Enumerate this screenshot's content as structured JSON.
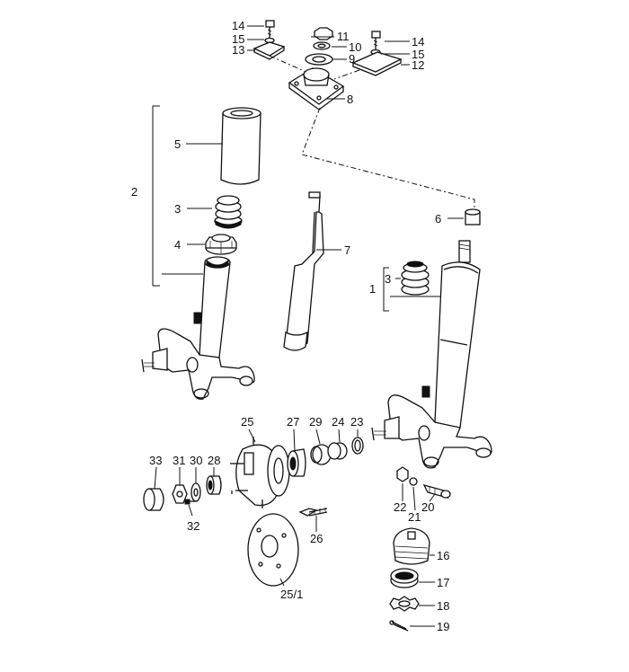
{
  "callouts": {
    "c1": "1",
    "c2": "2",
    "c3a": "3",
    "c3b": "3",
    "c4": "4",
    "c5": "5",
    "c6": "6",
    "c7": "7",
    "c8": "8",
    "c9": "9",
    "c10": "10",
    "c11": "11",
    "c12": "12",
    "c13": "13",
    "c14a": "14",
    "c14b": "14",
    "c15a": "15",
    "c15b": "15",
    "c16": "16",
    "c17": "17",
    "c18": "18",
    "c19": "19",
    "c20": "20",
    "c21": "21",
    "c22": "22",
    "c23": "23",
    "c24": "24",
    "c25": "25",
    "c25_1": "25/1",
    "c26": "26",
    "c27": "27",
    "c28": "28",
    "c29": "29",
    "c30": "30",
    "c31": "31",
    "c32": "32",
    "c33": "33"
  }
}
